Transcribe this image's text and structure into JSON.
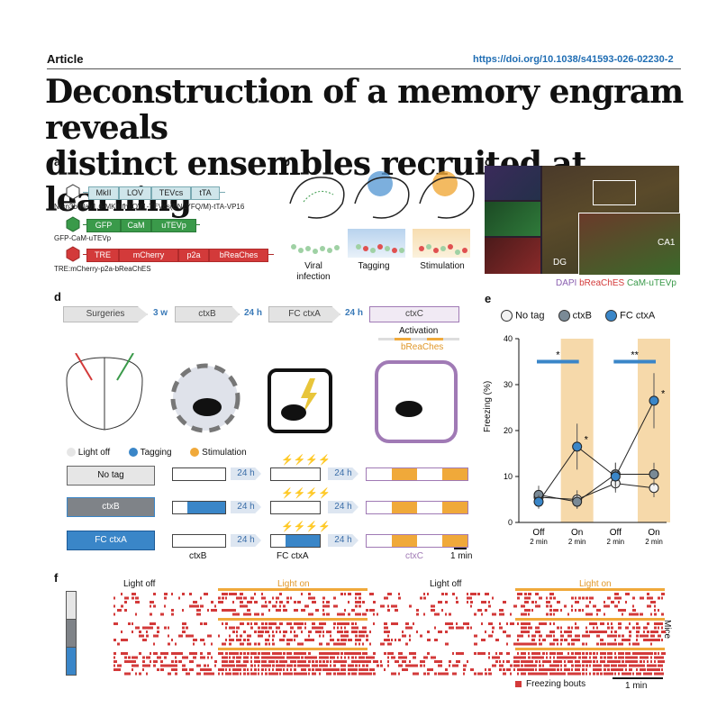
{
  "header": {
    "article_label": "Article",
    "doi": "https://doi.org/10.1038/s41593-026-02230-2",
    "title_line1": "Deconstruction of a memory engram reveals",
    "title_line2": "distinct ensembles recruited at learning"
  },
  "panel_labels": {
    "a": "a",
    "b": "b",
    "c": "c",
    "d": "d",
    "e": "e",
    "f": "f"
  },
  "panel_a": {
    "construct1_segments": [
      "MkII",
      "LOV",
      "TEVcs",
      "tTA"
    ],
    "construct1_caption": "Nrxn3b-Nav1.6-MKII-fhLOV1-TEVcs(ENLYFQ/M)-tTA-VP16",
    "construct2_segments": [
      "GFP",
      "CaM",
      "uTEVp"
    ],
    "construct2_caption": "GFP-CaM-uTEVp",
    "construct3_segments": [
      "TRE",
      "mCherry",
      "p2a",
      "bReaChes"
    ],
    "construct3_caption": "TRE:mCherry-p2a-bReaChES"
  },
  "panel_b": {
    "labels": [
      "Viral\ninfection",
      "Tagging",
      "Stimulation"
    ]
  },
  "panel_c": {
    "labels": [
      "DG",
      "CA1"
    ],
    "legend": [
      "DAPI",
      "bReaChES",
      "CaM-uTEVp"
    ],
    "legend_colors": [
      "#8a5fb0",
      "#d33a3a",
      "#3a9a4a"
    ]
  },
  "panel_d": {
    "timeline": [
      "Surgeries",
      "3 w",
      "ctxB",
      "24 h",
      "FC ctxA",
      "24 h",
      "ctxC"
    ],
    "activation_label": "Activation",
    "breaches_label": "bReaChes",
    "legend": [
      "Light off",
      "Tagging",
      "Stimulation"
    ],
    "legend_colors": [
      "#e6e6e6",
      "#3a86c8",
      "#f0a93a"
    ],
    "groups": [
      "No tag",
      "ctxB",
      "FC ctxA"
    ],
    "arrow_label": "24 h",
    "col_labels": [
      "ctxB",
      "FC ctxA",
      "ctxC"
    ],
    "scale": "1 min"
  },
  "panel_e": {
    "legend": [
      "No tag",
      "ctxB",
      "FC ctxA"
    ],
    "ylabel": "Freezing (%)",
    "yticks": [
      "0",
      "10",
      "20",
      "30",
      "40"
    ],
    "xticks": [
      "Off",
      "On",
      "Off",
      "On"
    ],
    "xsub": "2 min",
    "sig": [
      "*",
      "**",
      "*",
      "*"
    ]
  },
  "chart_data": {
    "type": "line",
    "categories": [
      "Off 2 min",
      "On 2 min",
      "Off 2 min",
      "On 2 min"
    ],
    "ylabel": "Freezing (%)",
    "ylim": [
      0,
      40
    ],
    "series": [
      {
        "name": "No tag",
        "values": [
          5.5,
          5.0,
          8.5,
          7.5
        ],
        "color": "#f2f2f2"
      },
      {
        "name": "ctxB",
        "values": [
          6.0,
          4.5,
          10.5,
          10.5
        ],
        "color": "#7a8a96"
      },
      {
        "name": "FC ctxA",
        "values": [
          4.5,
          16.5,
          10.0,
          26.5
        ],
        "color": "#3a86c8"
      }
    ]
  },
  "panel_f": {
    "light_off": "Light off",
    "light_on": "Light on",
    "mice": "Mice",
    "freezing_bouts": "Freezing bouts",
    "scale": "1 min"
  }
}
